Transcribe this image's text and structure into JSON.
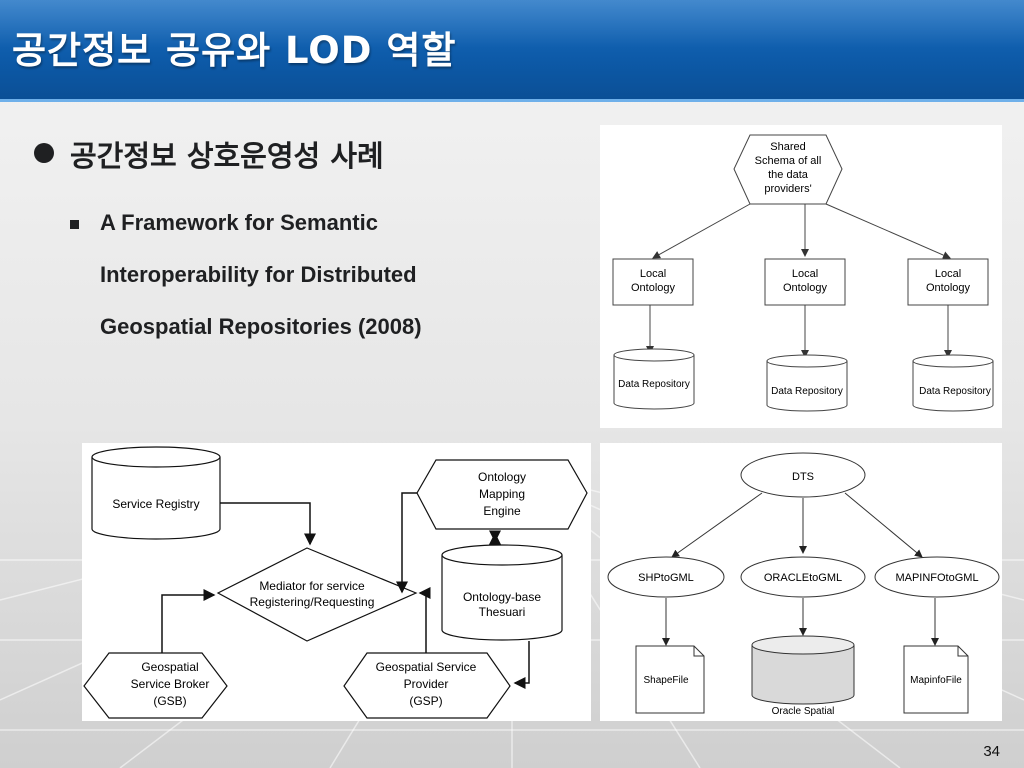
{
  "slide": {
    "title": "공간정보 공유와 LOD 역할",
    "bullet": "공간정보 상호운영성 사례",
    "sub_lines": [
      "A Framework for Semantic",
      "Interoperability for Distributed",
      "Geospatial Repositories (2008)"
    ],
    "page_number": "34"
  },
  "diagram_top": {
    "shared_lines": [
      "Shared",
      "Schema of all",
      "the data",
      "providers'"
    ],
    "ontology_lines": [
      "Local",
      "Ontology"
    ],
    "repositories": [
      "Data Repository",
      "Data Repository",
      "Data Repository"
    ]
  },
  "diagram_bottom_left": {
    "service_registry": "Service Registry",
    "mapping_engine_lines": [
      "Ontology",
      "Mapping",
      "Engine"
    ],
    "mediator_lines": [
      "Mediator for service",
      "Registering/Requesting"
    ],
    "thesaurus_lines": [
      "Ontology-base",
      "Thesuari"
    ],
    "broker_lines": [
      "Geospatial",
      "Service Broker",
      "(GSB)"
    ],
    "provider_lines": [
      "Geospatial Service",
      "Provider",
      "(GSP)"
    ]
  },
  "diagram_bottom_right": {
    "dts": "DTS",
    "converters": [
      "SHPtoGML",
      "ORACLEtoGML",
      "MAPINFOtoGML"
    ],
    "outputs": [
      "ShapeFile",
      "Oracle Spatial",
      "MapinfoFile"
    ]
  },
  "colors": {
    "title_bar": "#0d5aa8",
    "text": "#1f2022",
    "diagram_stroke": "#333333",
    "cylinder_fill": "#d9d9d9"
  }
}
